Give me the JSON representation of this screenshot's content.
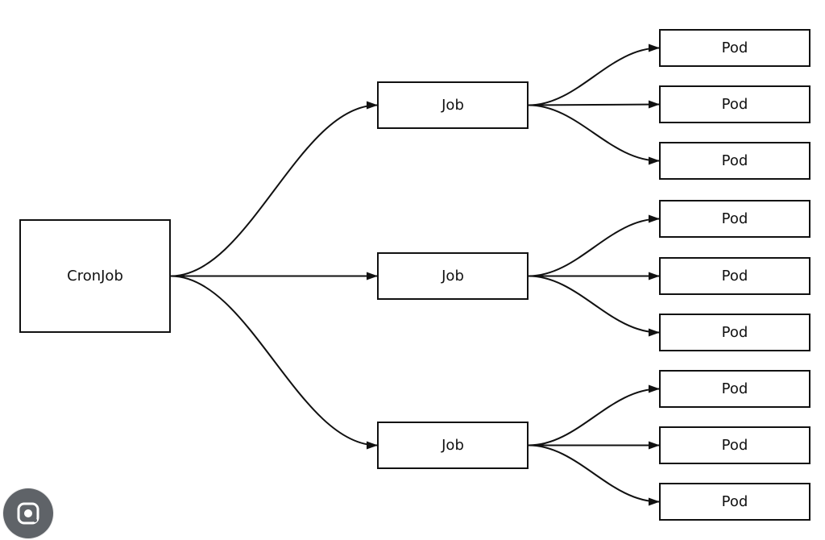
{
  "diagram": {
    "type": "tree",
    "root": {
      "label": "CronJob",
      "children": [
        {
          "label": "Job",
          "children": [
            {
              "label": "Pod"
            },
            {
              "label": "Pod"
            },
            {
              "label": "Pod"
            }
          ]
        },
        {
          "label": "Job",
          "children": [
            {
              "label": "Pod"
            },
            {
              "label": "Pod"
            },
            {
              "label": "Pod"
            }
          ]
        },
        {
          "label": "Job",
          "children": [
            {
              "label": "Pod"
            },
            {
              "label": "Pod"
            },
            {
              "label": "Pod"
            }
          ]
        }
      ]
    },
    "edges": [
      {
        "from": "cronjob",
        "to": "job-1"
      },
      {
        "from": "cronjob",
        "to": "job-2"
      },
      {
        "from": "cronjob",
        "to": "job-3"
      },
      {
        "from": "job-1",
        "to": "pod-1-1"
      },
      {
        "from": "job-1",
        "to": "pod-1-2"
      },
      {
        "from": "job-1",
        "to": "pod-1-3"
      },
      {
        "from": "job-2",
        "to": "pod-2-1"
      },
      {
        "from": "job-2",
        "to": "pod-2-2"
      },
      {
        "from": "job-2",
        "to": "pod-2-3"
      },
      {
        "from": "job-3",
        "to": "pod-3-1"
      },
      {
        "from": "job-3",
        "to": "pod-3-2"
      },
      {
        "from": "job-3",
        "to": "pod-3-3"
      }
    ]
  },
  "overlay": {
    "icon": "google-lens-icon",
    "background_color": "#5f6368",
    "icon_color": "#ffffff"
  },
  "colors": {
    "background": "#ffffff",
    "stroke": "#111111",
    "text": "#111111"
  }
}
